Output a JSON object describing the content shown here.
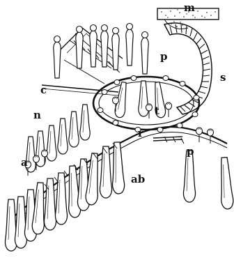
{
  "labels": {
    "m": "m",
    "p_top": "p",
    "s": "s",
    "c": "c",
    "n": "n",
    "t": "t",
    "r": "r",
    "p_bottom": "p",
    "a": "a",
    "ab": "ab"
  },
  "colors": {
    "ink": "#111111",
    "paper": "#ffffff"
  }
}
